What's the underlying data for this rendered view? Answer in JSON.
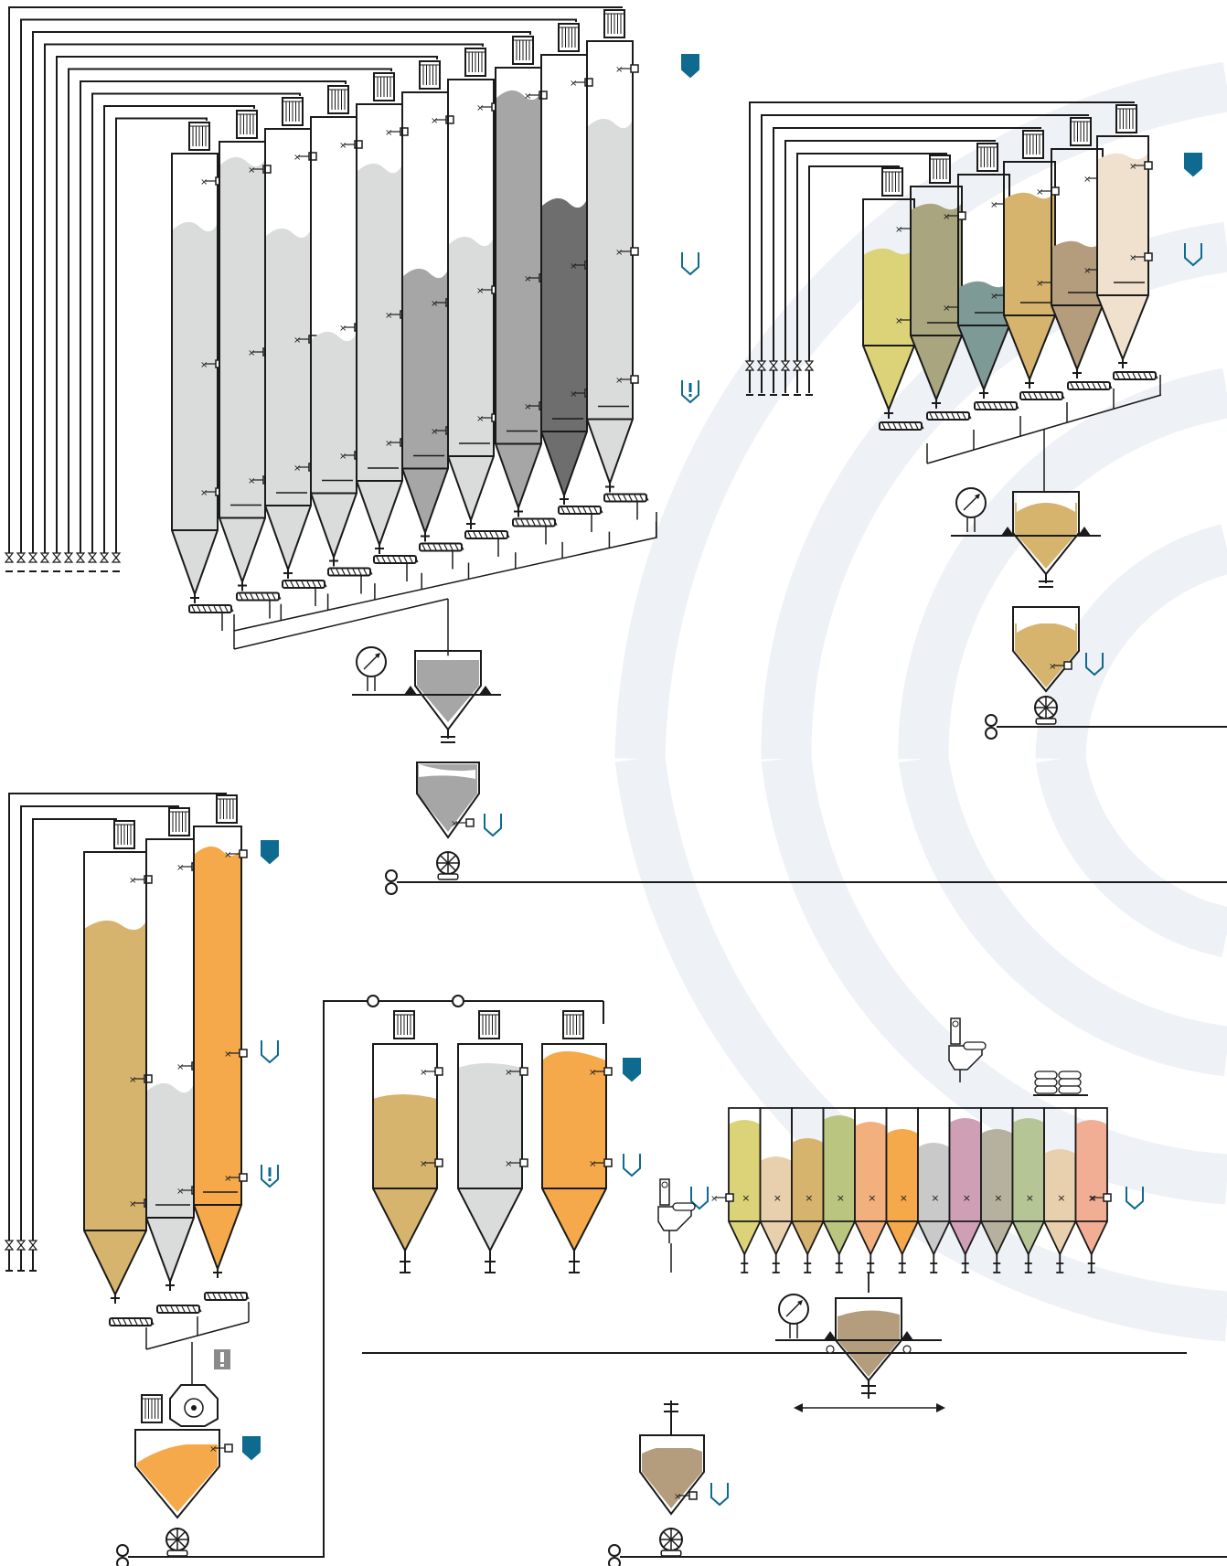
{
  "diagram": {
    "type": "process-flow-silo-plant",
    "colors": {
      "line": "#1a1a1a",
      "accent": "#0e6a8e",
      "warning_grey": "#8a8a8a",
      "watermark": "#eef1f6",
      "fill_white": "#ffffff",
      "silo_light": "#dadbdb",
      "silo_mid": "#a6a6a6",
      "silo_dark": "#6e6e6e",
      "tan": "#d7b46e",
      "orange": "#f5a94a",
      "sand": "#b49d7d",
      "olive": "#a9a57e",
      "teal": "#7e9a97",
      "yellow": "#dcd278",
      "cream": "#efe1cd",
      "sage": "#b6c596",
      "lime": "#bac67f",
      "pink": "#cf9fb6",
      "peach": "#f1b07e",
      "salmon": "#f2ae94",
      "beige": "#e8cfad",
      "greige": "#b6b09e",
      "silver": "#c9c9c9"
    },
    "icons": {
      "level_full": "level-full-icon",
      "level_empty": "level-empty-icon",
      "level_alarm": "level-alarm-icon",
      "pressure_gauge": "pressure-gauge-icon",
      "rotary_valve": "rotary-valve-icon",
      "blower": "blower-icon",
      "filter": "filter-icon",
      "screw_conveyor": "screw-conveyor-icon",
      "manual_valve": "manual-valve-icon",
      "bag_stack": "bag-stack-icon",
      "big_bag_station": "big-bag-station-icon",
      "sieve": "sieve-icon",
      "travel_arrow": "double-arrow-icon"
    },
    "groups": [
      {
        "id": "silo-bank-grey",
        "silo_count": 10,
        "valve_count": 10
      },
      {
        "id": "silo-bank-colored",
        "silo_count": 6,
        "valve_count": 6
      },
      {
        "id": "silo-bank-three",
        "silo_count": 3,
        "valve_count": 3
      },
      {
        "id": "intermediate-bins",
        "silo_count": 3
      },
      {
        "id": "micro-dosing-bins",
        "silo_count": 12
      }
    ]
  }
}
